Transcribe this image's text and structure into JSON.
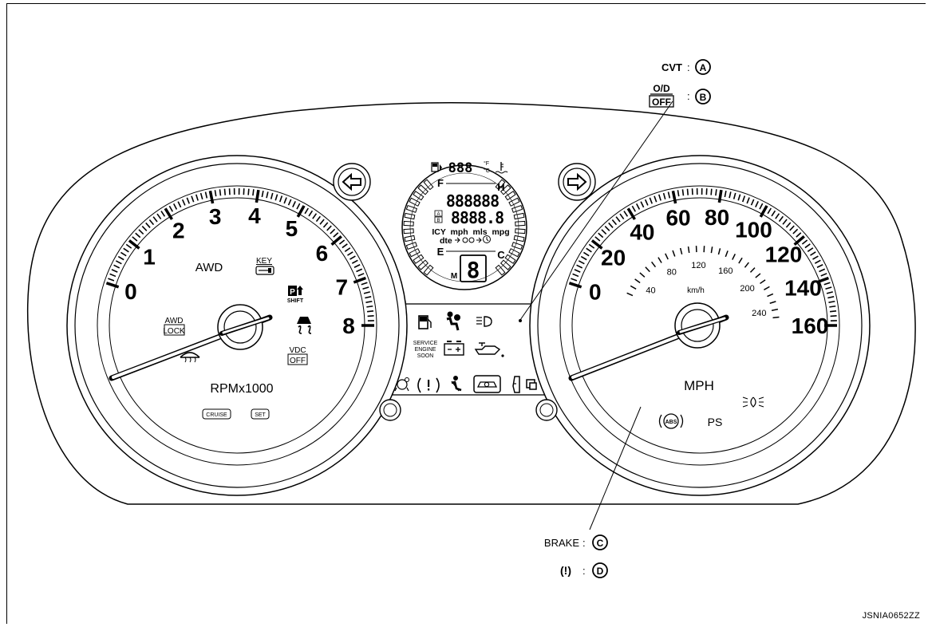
{
  "callouts": {
    "a": {
      "label": "CVT",
      "letter": "A"
    },
    "b": {
      "label_top": "O/D",
      "label_bottom": "OFF",
      "letter": "B"
    },
    "c": {
      "label": "BRAKE",
      "letter": "C"
    },
    "d": {
      "label": "(!)",
      "letter": "D"
    }
  },
  "tachometer": {
    "numbers": [
      "0",
      "1",
      "2",
      "3",
      "4",
      "5",
      "6",
      "7",
      "8"
    ],
    "unit": "RPMx1000",
    "awd": "AWD",
    "key": "KEY",
    "awd_lock_top": "AWD",
    "awd_lock_bottom": "LOCK",
    "vdc_top": "VDC",
    "vdc_bottom": "OFF",
    "p_shift": "SHIFT",
    "cruise": "CRUISE",
    "set": "SET"
  },
  "speedometer": {
    "mph_numbers": [
      "0",
      "20",
      "40",
      "60",
      "80",
      "100",
      "120",
      "140",
      "160"
    ],
    "kmh_numbers": [
      "40",
      "80",
      "120",
      "160",
      "200",
      "240"
    ],
    "kmh_unit": "km/h",
    "unit": "MPH",
    "abs": "ABS",
    "ps": "PS"
  },
  "display": {
    "temp": "888",
    "temp_unit_f": "°F",
    "temp_unit_c": "°C",
    "fuel_full": "F",
    "fuel_empty": "E",
    "temp_hot": "H",
    "temp_cold": "C",
    "odometer": "888888",
    "trip": "8888.8",
    "trip_a": "A",
    "trip_b": "B",
    "info_line1": "ICY  mph  mls  mpg",
    "info_line2": "dte",
    "gear_m": "M",
    "gear": "8"
  },
  "warning_panel": {
    "service_line1": "SERVICE",
    "service_line2": "ENGINE",
    "service_line3": "SOON"
  },
  "figure_code": "JSNIA0652ZZ"
}
